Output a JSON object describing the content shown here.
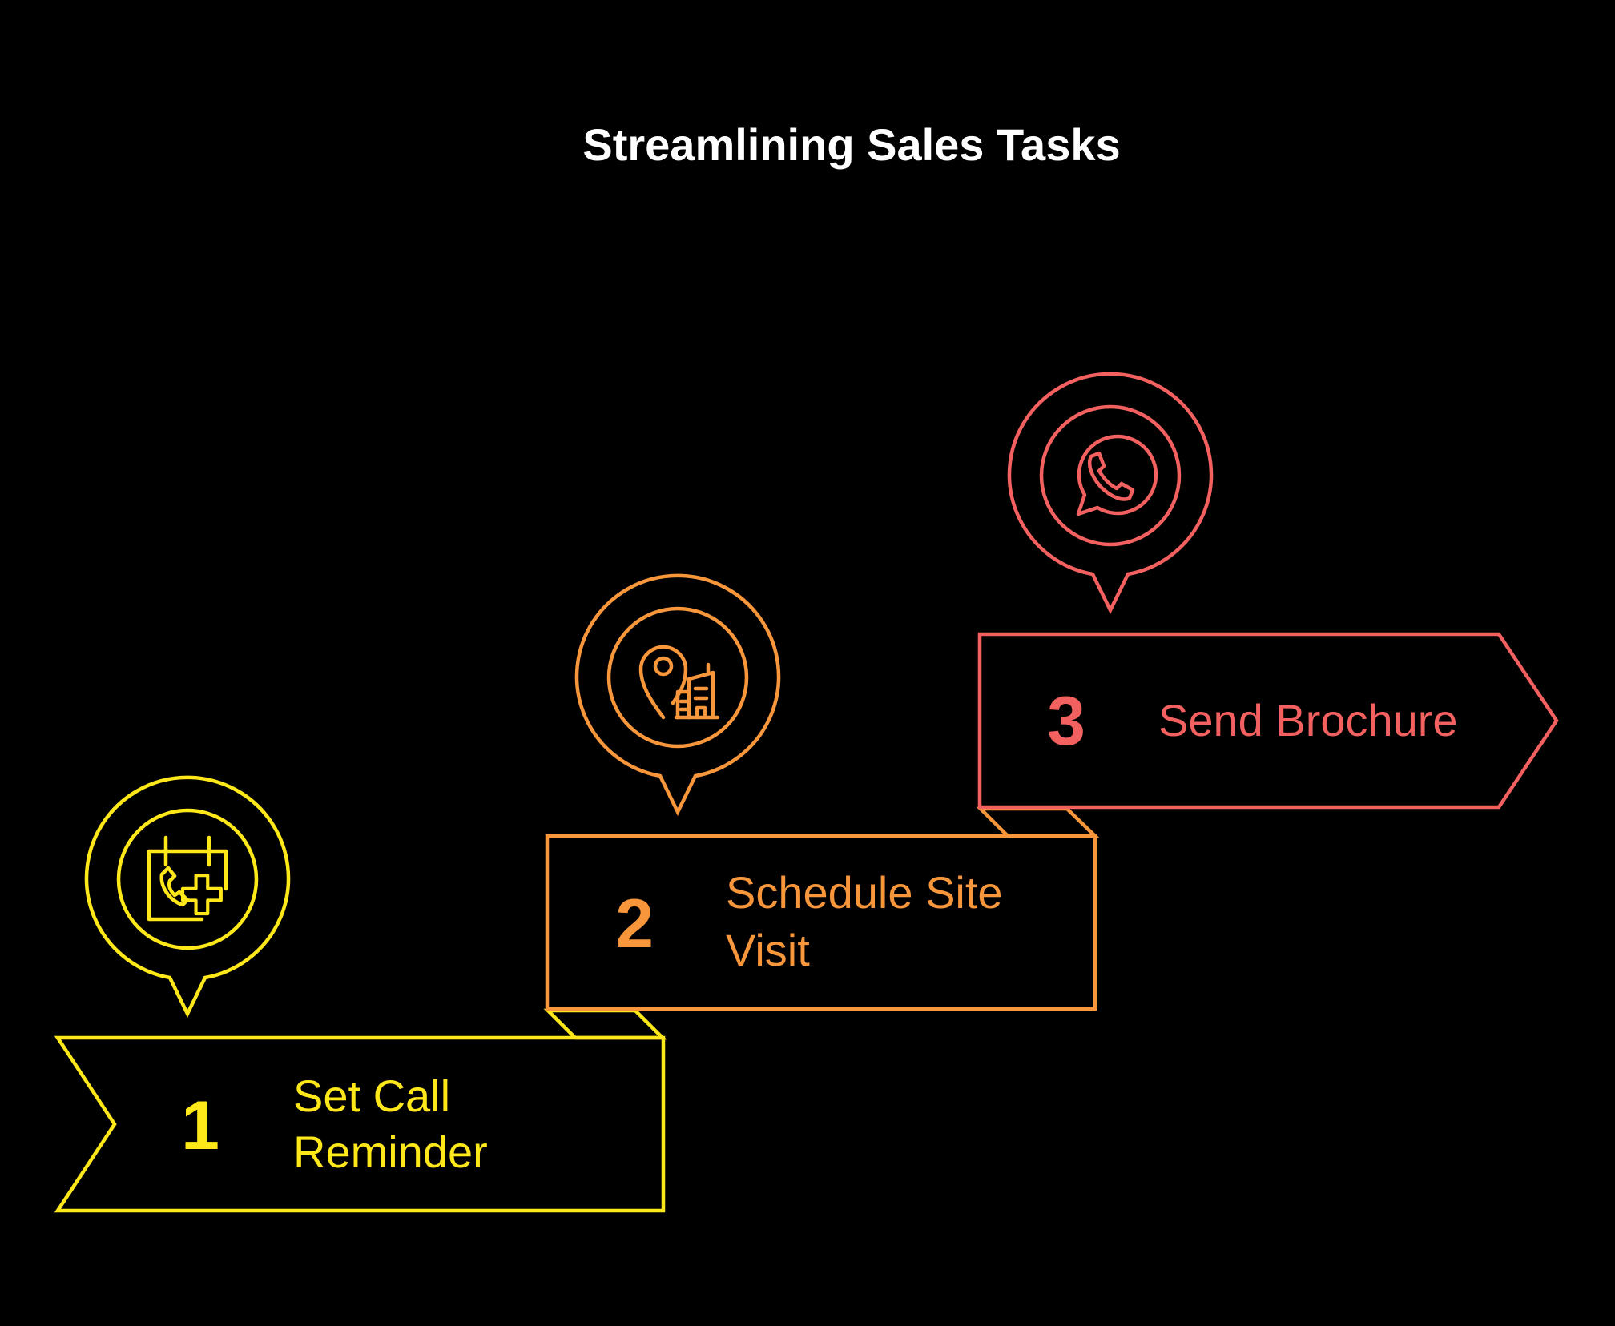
{
  "title": "Streamlining Sales Tasks",
  "steps": [
    {
      "number": "1",
      "label_lines": [
        "Set Call",
        "Reminder"
      ],
      "color": "#FFE81A",
      "icon": "calendar-phone-plus-icon"
    },
    {
      "number": "2",
      "label_lines": [
        "Schedule Site",
        "Visit"
      ],
      "color": "#F7963A",
      "icon": "location-pin-building-icon"
    },
    {
      "number": "3",
      "label_lines": [
        "Send Brochure"
      ],
      "color": "#F2605F",
      "icon": "whatsapp-icon"
    }
  ]
}
